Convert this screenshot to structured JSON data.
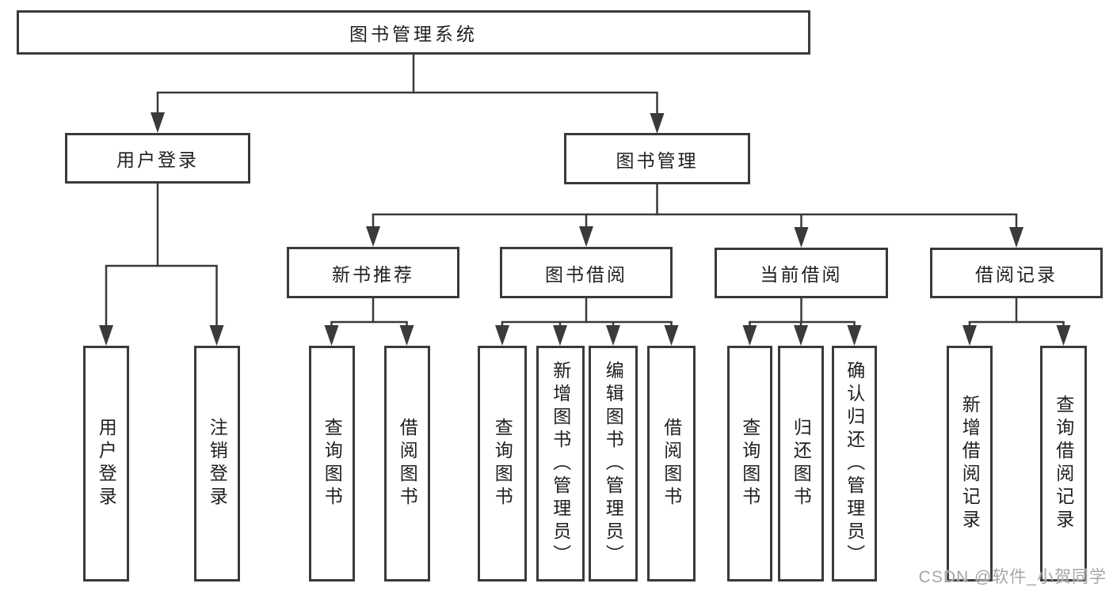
{
  "diagram": {
    "title": "图书管理系统",
    "branches": [
      {
        "label": "用户登录",
        "children": [
          {
            "label": "用户登录"
          },
          {
            "label": "注销登录"
          }
        ]
      },
      {
        "label": "图书管理",
        "children": [
          {
            "label": "新书推荐",
            "children": [
              {
                "label": "查询图书"
              },
              {
                "label": "借阅图书"
              }
            ]
          },
          {
            "label": "图书借阅",
            "children": [
              {
                "label": "查询图书"
              },
              {
                "label": "新增图书（管理员）"
              },
              {
                "label": "编辑图书（管理员）"
              },
              {
                "label": "借阅图书"
              }
            ]
          },
          {
            "label": "当前借阅",
            "children": [
              {
                "label": "查询图书"
              },
              {
                "label": "归还图书"
              },
              {
                "label": "确认归还（管理员）"
              }
            ]
          },
          {
            "label": "借阅记录",
            "children": [
              {
                "label": "新增借阅记录"
              },
              {
                "label": "查询借阅记录"
              }
            ]
          }
        ]
      }
    ]
  },
  "watermark": "CSDN @软件_小贺同学",
  "colors": {
    "line": "#3a3a3a",
    "text": "#1f1f1f",
    "watermark": "#a6a6a6",
    "background": "#ffffff"
  }
}
